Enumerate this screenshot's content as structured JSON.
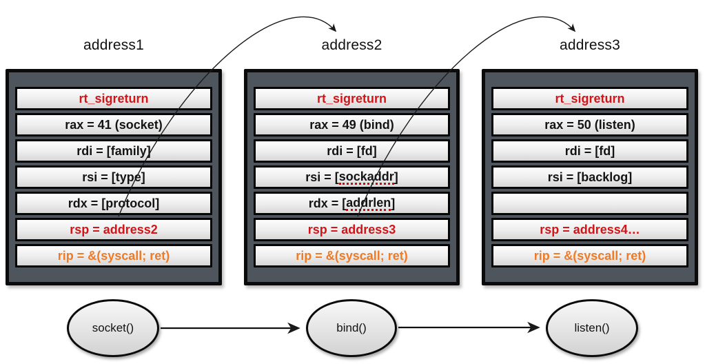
{
  "colors": {
    "red_text": "#d51418",
    "orange_text": "#ee7b28",
    "frame_background": "#4e555d",
    "row_fill_top": "#fdfdfd",
    "row_fill_bottom": "#d7d7d7",
    "arrow": "#1a1a1a"
  },
  "frames": [
    {
      "label": "address1",
      "rows": [
        {
          "text": "rt_sigreturn"
        },
        {
          "text": "rax = 41 (socket)"
        },
        {
          "text": "rdi = [family]"
        },
        {
          "text": "rsi = [type]"
        },
        {
          "text": "rdx = [protocol]"
        },
        {
          "text": "rsp = address2"
        },
        {
          "text": "rip = &(syscall; ret)"
        }
      ]
    },
    {
      "label": "address2",
      "rows": [
        {
          "text": "rt_sigreturn"
        },
        {
          "text": "rax = 49 (bind)"
        },
        {
          "text": "rdi = [fd]"
        },
        {
          "prefix": "rsi = [",
          "word": "sockaddr",
          "suffix": "]"
        },
        {
          "prefix": "rdx = [",
          "word": "addrlen",
          "suffix": "]"
        },
        {
          "text": "rsp = address3"
        },
        {
          "text": "rip = &(syscall; ret)"
        }
      ]
    },
    {
      "label": "address3",
      "rows": [
        {
          "text": "rt_sigreturn"
        },
        {
          "text": "rax = 50 (listen)"
        },
        {
          "text": "rdi = [fd]"
        },
        {
          "text": "rsi = [backlog]"
        },
        {
          "text": ""
        },
        {
          "text": "rsp = address4…"
        },
        {
          "text": "rip = &(syscall; ret)"
        }
      ]
    }
  ],
  "flow_nodes": [
    {
      "label": "socket()"
    },
    {
      "label": "bind()"
    },
    {
      "label": "listen()"
    }
  ]
}
